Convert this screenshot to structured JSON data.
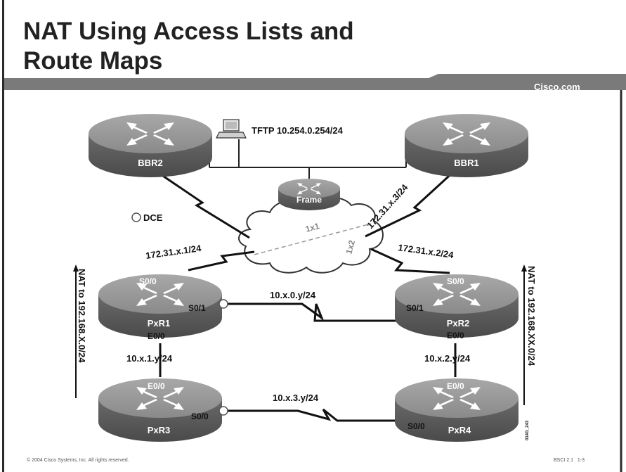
{
  "slide": {
    "title_line1": "NAT Using Access Lists and",
    "title_line2": "Route Maps",
    "brand": "Cisco.com",
    "copyright": "© 2004 Cisco Systems, Inc. All rights reserved.",
    "course_code": "BSCI 2.1",
    "page": "1-3",
    "figure_id": "014G_243"
  },
  "diagram": {
    "server_label": "TFTP 10.254.0.254/24",
    "dce_legend": "DCE",
    "routers": {
      "bbr2": "BBR2",
      "bbr1": "BBR1",
      "frame": "Frame",
      "pxr1": "PxR1",
      "pxr2": "PxR2",
      "pxr3": "PxR3",
      "pxr4": "PxR4"
    },
    "interfaces": {
      "pxr1_s00": "S0/0",
      "pxr1_s01": "S0/1",
      "pxr1_e00": "E0/0",
      "pxr2_s00": "S0/0",
      "pxr2_s01": "S0/1",
      "pxr2_e00": "E0/0",
      "pxr3_e00": "E0/0",
      "pxr3_s00": "S0/0",
      "pxr4_e00": "E0/0",
      "pxr4_s00": "S0/0"
    },
    "links": {
      "pxr1_cloud": "172.31.x.1/24",
      "pxr2_cloud": "172.31.x.2/24",
      "bbr1_cloud": "172.31.x.3/24",
      "pxr1_pxr2": "10.x.0.y/24",
      "pxr1_pxr3": "10.x.1.y/24",
      "pxr2_pxr4": "10.x.2.y/24",
      "pxr3_pxr4": "10.x.3.y/24"
    },
    "pvc": {
      "dlci1": "1x1",
      "dlci2": "1x2"
    },
    "nat": {
      "left": "NAT to 192.168.X.0/24",
      "right": "NAT to 192.168.XX.0/24"
    }
  }
}
